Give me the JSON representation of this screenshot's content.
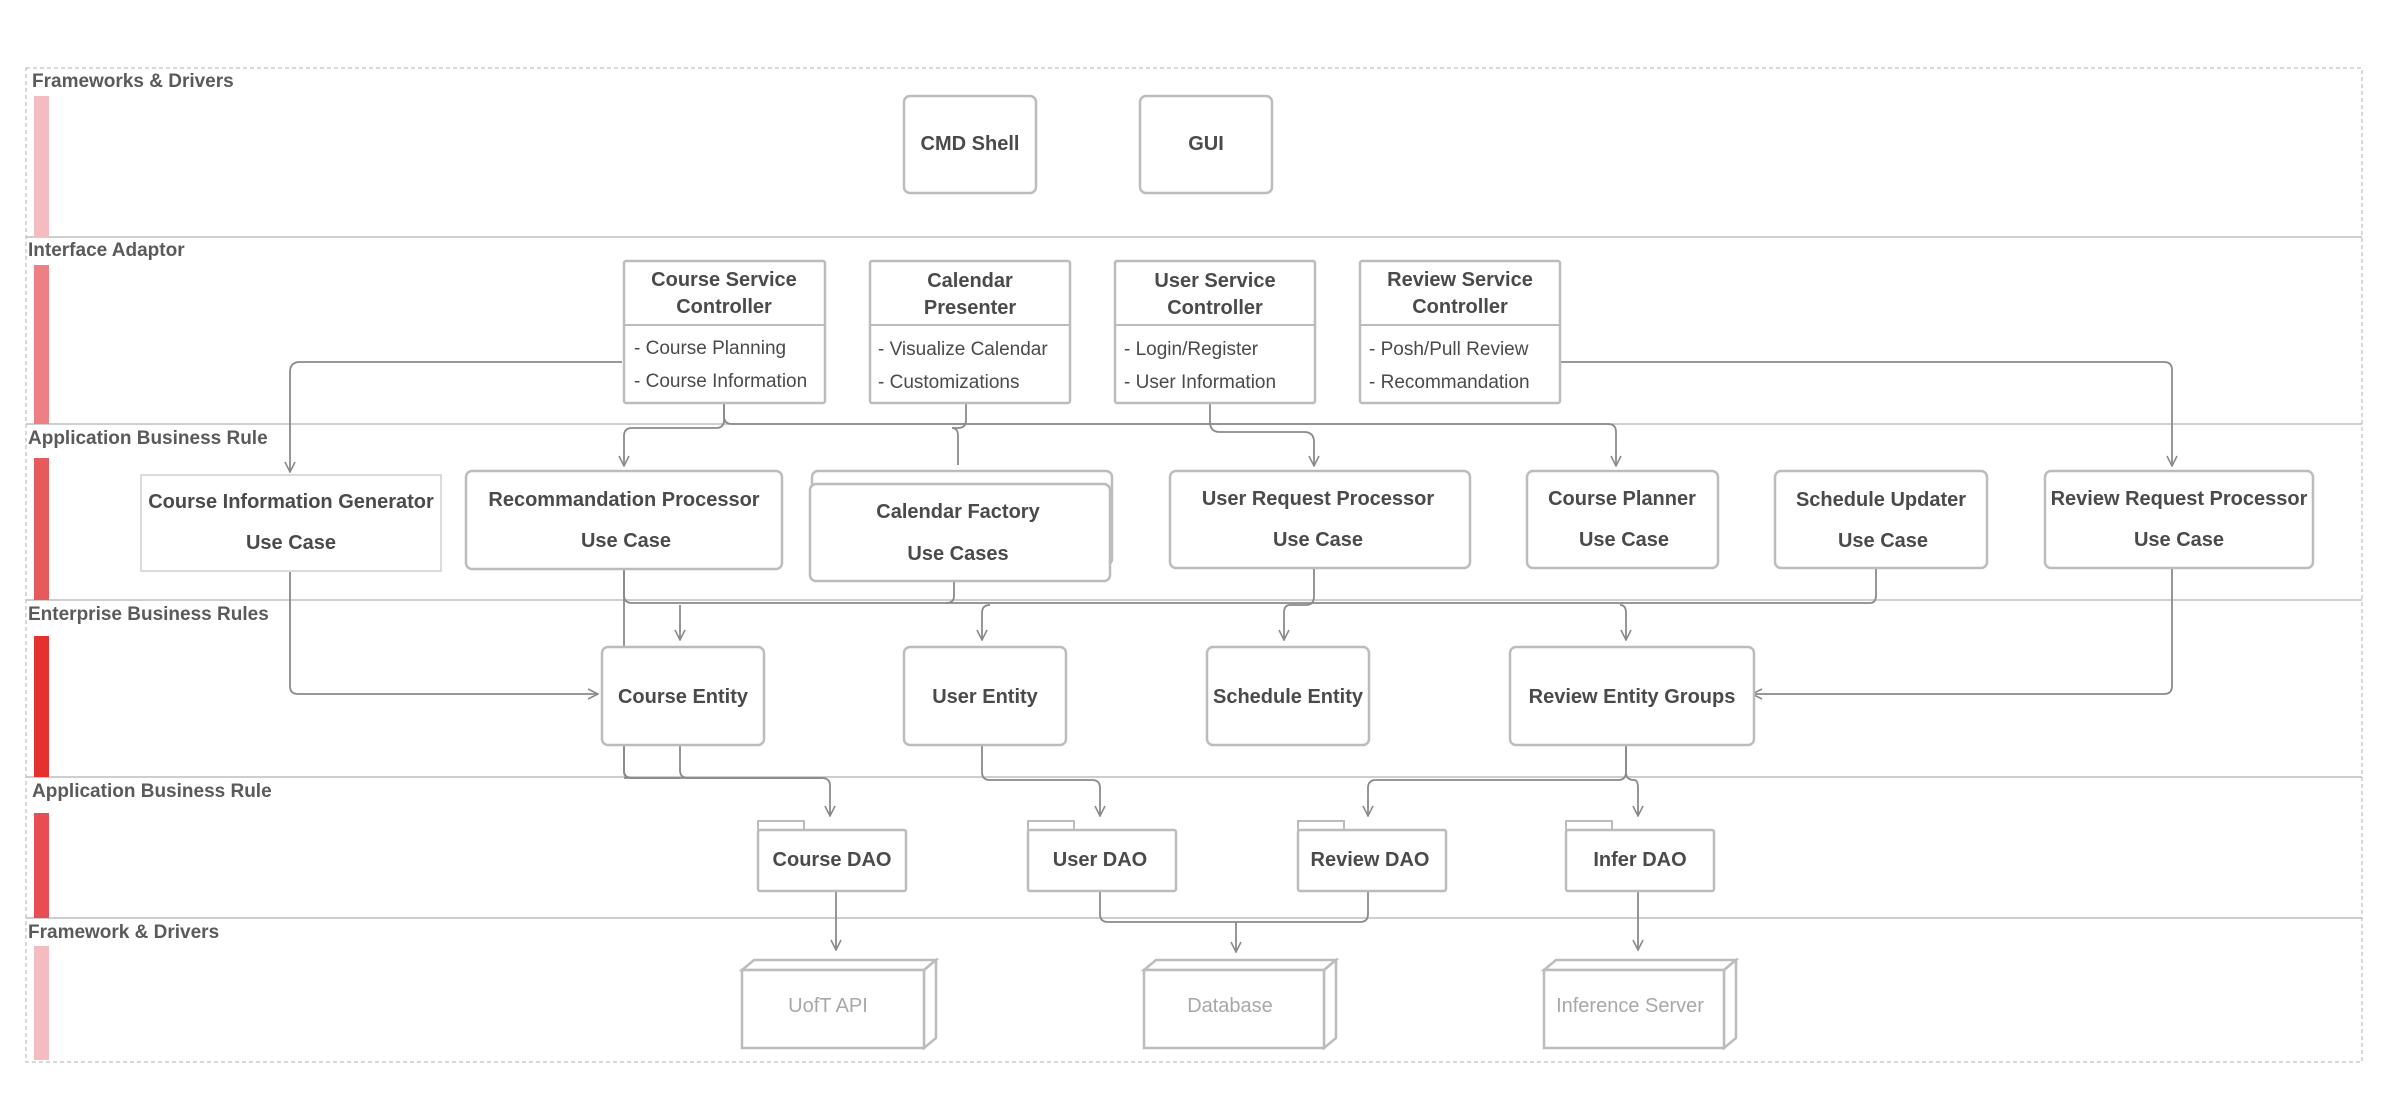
{
  "lanes": [
    {
      "title": "Frameworks & Drivers",
      "color": "#f4bcc1"
    },
    {
      "title": "Interface Adaptor",
      "color": "#ec8084"
    },
    {
      "title": "Application Business Rule",
      "color": "#e65a5c"
    },
    {
      "title": "Enterprise Business Rules",
      "color": "#e4302e"
    },
    {
      "title": "Application Business Rule",
      "color": "#e74d52"
    },
    {
      "title": "Framework & Drivers",
      "color": "#f4bcc1"
    }
  ],
  "frameworks": {
    "cmd_shell": "CMD Shell",
    "gui": "GUI"
  },
  "controllers": {
    "course_service": {
      "title1": "Course Service",
      "title2": "Controller",
      "items": [
        "- Course Planning",
        "- Course Information"
      ]
    },
    "calendar_presenter": {
      "title1": "Calendar",
      "title2": "Presenter",
      "items": [
        "- Visualize Calendar",
        "- Customizations"
      ]
    },
    "user_service": {
      "title1": "User Service",
      "title2": "Controller",
      "items": [
        "- Login/Register",
        "- User Information"
      ]
    },
    "review_service": {
      "title1": "Review Service",
      "title2": "Controller",
      "items": [
        "- Posh/Pull Review",
        "- Recommandation"
      ]
    }
  },
  "use_cases": {
    "course_info_generator": {
      "title": "Course Information Generator",
      "sub": "Use Case"
    },
    "recommandation_processor": {
      "title": "Recommandation Processor",
      "sub": "Use Case"
    },
    "calendar_factory": {
      "title": "Calendar Factory",
      "sub": "Use Cases"
    },
    "user_request_processor": {
      "title": "User Request Processor",
      "sub": "Use Case"
    },
    "course_planner": {
      "title": "Course Planner",
      "sub": "Use Case"
    },
    "schedule_updater": {
      "title": "Schedule Updater",
      "sub": "Use Case"
    },
    "review_request_processor": {
      "title": "Review Request Processor",
      "sub": "Use Case"
    }
  },
  "entities": {
    "course": "Course Entity",
    "user": "User Entity",
    "schedule": "Schedule Entity",
    "review_groups": "Review Entity Groups"
  },
  "daos": {
    "course": "Course DAO",
    "user": "User DAO",
    "review": "Review DAO",
    "infer": "Infer DAO"
  },
  "stores": {
    "uoft_api": "UofT API",
    "database": "Database",
    "inference_server": "Inference Server"
  }
}
